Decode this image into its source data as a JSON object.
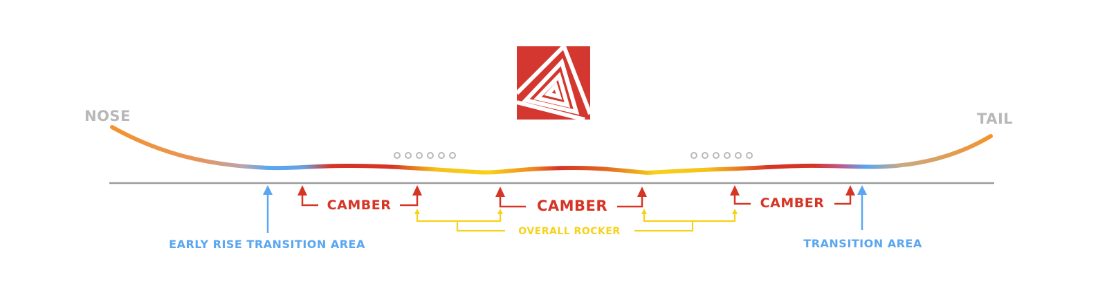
{
  "labels": {
    "nose": "NOSE",
    "tail": "TAIL",
    "camber_left": "CAMBER",
    "camber_center": "CAMBER",
    "camber_right": "CAMBER",
    "overall_rocker": "OVERALL ROCKER",
    "early_rise": "EARLY RISE TRANSITION AREA",
    "transition": "TRANSITION AREA"
  },
  "colors": {
    "camber_red": "#d63425",
    "rocker_yellow": "#f6d21b",
    "transition_blue": "#5aa6f0",
    "board_orange": "#f4932b",
    "text_grey": "#b8b8b8",
    "baseline": "#9a9a9a",
    "logo_red": "#d3372f"
  },
  "insert_dots": {
    "left_group": 6,
    "right_group": 6
  },
  "logo": {
    "icon": "triangle-stripes-logo"
  }
}
